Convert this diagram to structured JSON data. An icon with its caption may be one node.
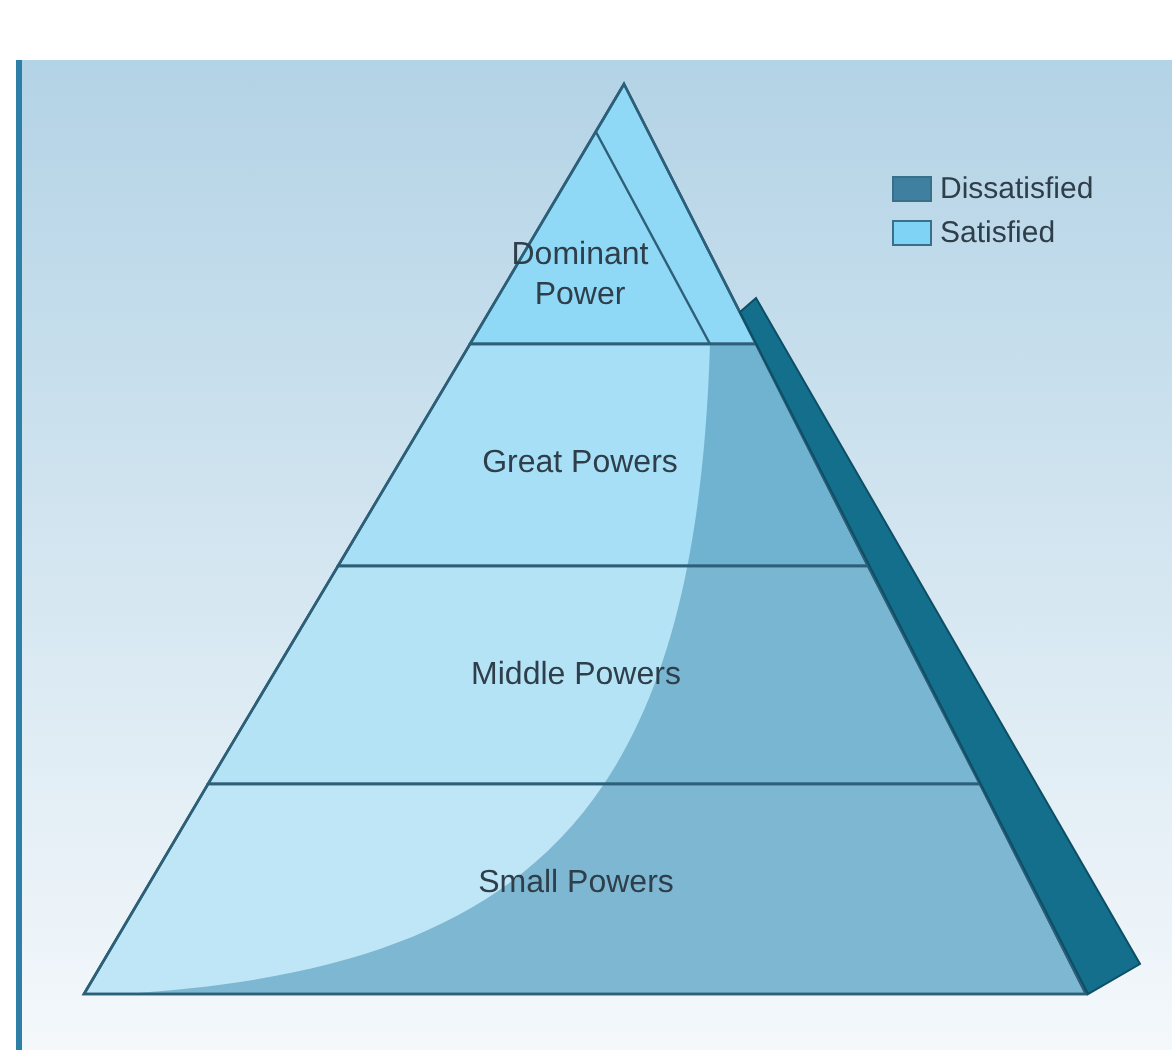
{
  "diagram": {
    "nodes": [
      {
        "text": [
          "Dominant Power"
        ]
      },
      {
        "text": [
          "Great Powers"
        ]
      },
      {
        "text": [
          "Middle Powers"
        ]
      },
      {
        "text": [
          "Small Powers"
        ]
      }
    ],
    "legend": [
      {
        "text": "Dissatisfied",
        "color": "#3f7f9f"
      },
      {
        "text": "Satisfied",
        "color": "#7fd4f5"
      }
    ]
  }
}
